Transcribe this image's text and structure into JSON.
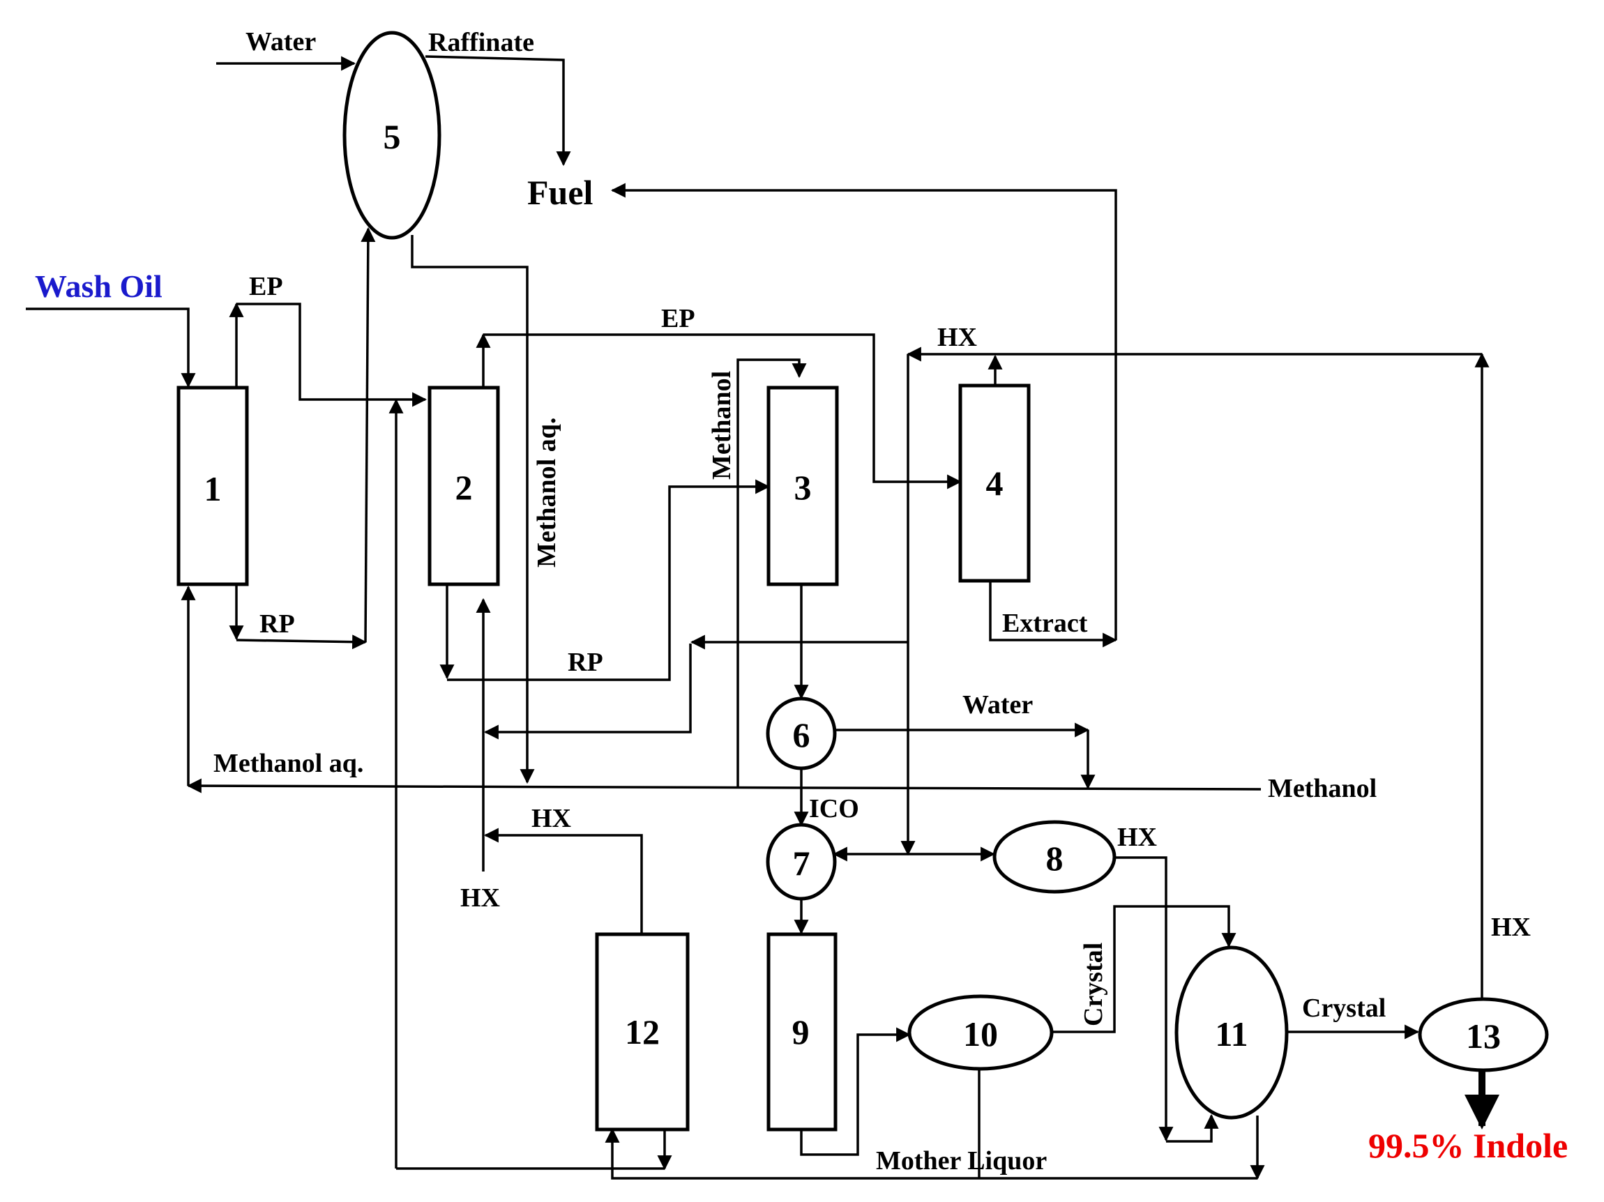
{
  "units": {
    "u1": "1",
    "u2": "2",
    "u3": "3",
    "u4": "4",
    "u5": "5",
    "u6": "6",
    "u7": "7",
    "u8": "8",
    "u9": "9",
    "u10": "10",
    "u11": "11",
    "u12": "12",
    "u13": "13"
  },
  "streams": {
    "water_top": "Water",
    "raffinate": "Raffinate",
    "fuel": "Fuel",
    "wash_oil": "Wash Oil",
    "ep_1": "EP",
    "ep_2": "EP",
    "hx_top": "HX",
    "methanol_aq_vertical": "Methanol aq.",
    "methanol_vertical": "Methanol",
    "rp_1": "RP",
    "rp_2": "RP",
    "extract": "Extract",
    "water_mid": "Water",
    "methanol_aq_bottom": "Methanol aq.",
    "methanol_right": "Methanol",
    "ico": "ICO",
    "hx_12": "HX",
    "hx_2_bottom": "HX",
    "hx_8": "HX",
    "crystal_vertical": "Crystal",
    "crystal_right": "Crystal",
    "hx_13": "HX",
    "mother_liquor": "Mother Liquor",
    "product": "99.5% Indole"
  },
  "colors": {
    "wash_oil": "#1a1acc",
    "product": "#ee0000",
    "line": "#000000"
  }
}
